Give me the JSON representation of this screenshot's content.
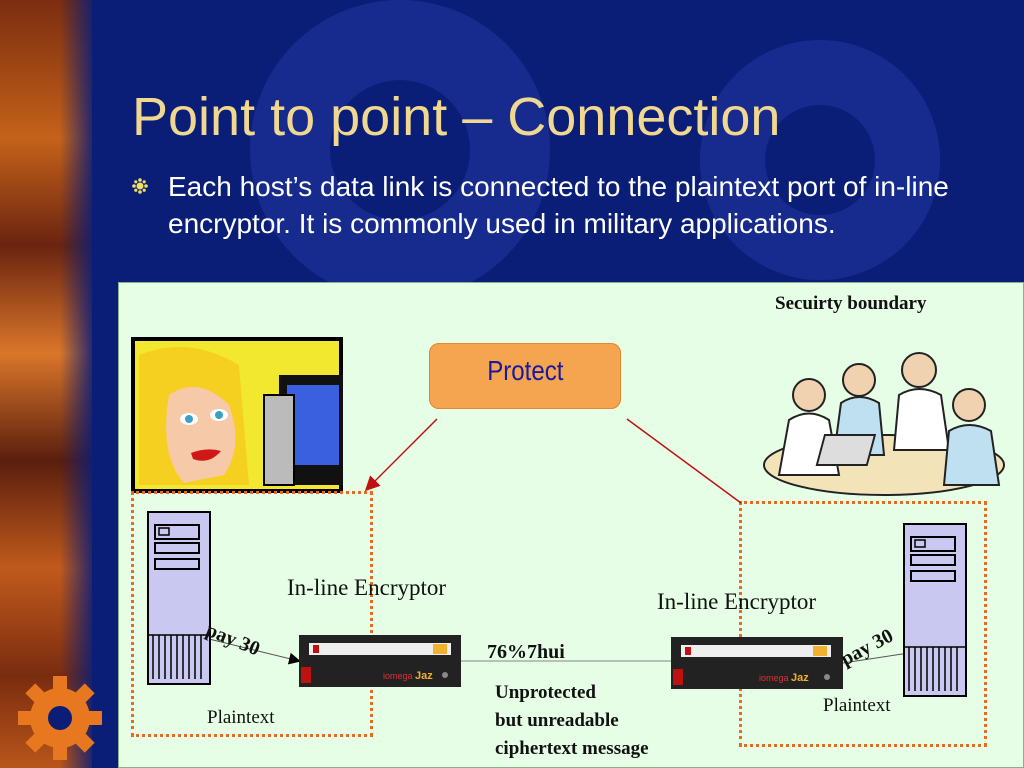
{
  "slide": {
    "title": "Point to point – Connection",
    "bullet": "Each host’s data link is connected to the plaintext port of in-line encryptor. It is commonly used in military applications."
  },
  "diagram": {
    "security_boundary": "Secuirty boundary",
    "protect": "Protect",
    "left_encryptor_label": "In-line Encryptor",
    "right_encryptor_label": "In-line Encryptor",
    "left_pay": "pay 30",
    "right_pay": "pay 30",
    "ciphertext": "76%7hui",
    "left_plaintext": "Plaintext",
    "right_plaintext": "Plaintext",
    "note_line1": "Unprotected",
    "note_line2": "but unreadable",
    "note_line3": "ciphertext message",
    "device_brand": "Jaz",
    "device_maker": "iomega"
  },
  "colors": {
    "background": "#0a1e78",
    "title": "#f0d890",
    "panel": "#e6fde6",
    "protect": "#f5a550",
    "dotted_boundary": "#e86a1a",
    "arrow": "#c01010"
  },
  "icons": [
    "gear-icon",
    "woman-at-computer-clipart",
    "team-meeting-clipart",
    "server-tower-icon",
    "encryptor-device-icon"
  ]
}
